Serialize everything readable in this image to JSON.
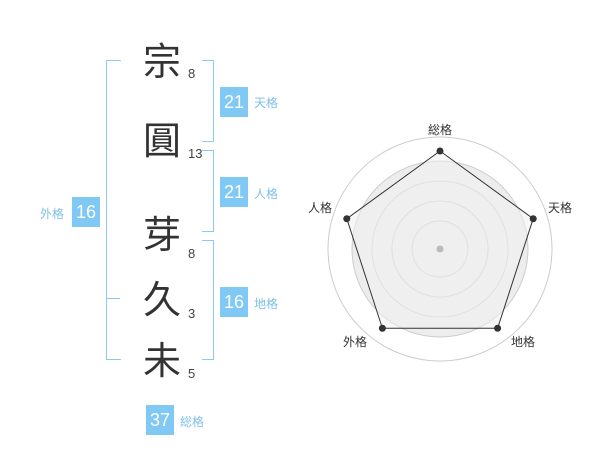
{
  "name_chars": [
    {
      "char": "宗",
      "strokes": "8"
    },
    {
      "char": "圓",
      "strokes": "13"
    },
    {
      "char": "芽",
      "strokes": "8"
    },
    {
      "char": "久",
      "strokes": "3"
    },
    {
      "char": "未",
      "strokes": "5"
    }
  ],
  "fortunes": {
    "tenkaku": {
      "value": "21",
      "label": "天格"
    },
    "jinkaku": {
      "value": "21",
      "label": "人格"
    },
    "chikaku": {
      "value": "16",
      "label": "地格"
    },
    "gaikaku": {
      "value": "16",
      "label": "外格"
    },
    "soukaku": {
      "value": "37",
      "label": "総格"
    }
  },
  "radar": {
    "axes": [
      "総格",
      "天格",
      "地格",
      "外格",
      "人格"
    ],
    "levels": 4,
    "values": [
      1,
      1,
      1,
      1,
      1
    ],
    "colors": {
      "fill": "#f0f0f0",
      "stroke": "#333333",
      "point": "#333333",
      "grid": "#cccccc",
      "center": "#bbbbbb"
    }
  },
  "colors": {
    "accent": "#7fc9f4",
    "bracket": "#8ccbf1"
  }
}
